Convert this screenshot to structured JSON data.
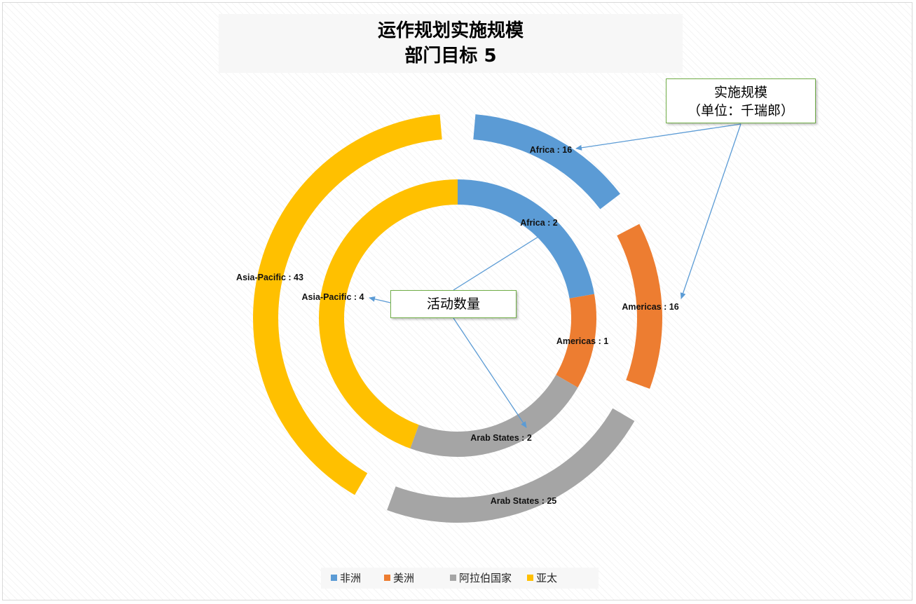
{
  "title": {
    "line1": "运作规划实施规模",
    "line2": "部门目标 5"
  },
  "annotations": {
    "scale_line1": "实施规模",
    "scale_line2": "（单位：千瑞郎）",
    "count_label": "活动数量"
  },
  "colors": {
    "africa": "#5b9bd5",
    "americas": "#ed7d31",
    "arab_states": "#a5a5a5",
    "asia_pacific": "#ffc000",
    "arrow": "#5b9bd5"
  },
  "legend": [
    {
      "label": "非洲",
      "color": "#5b9bd5"
    },
    {
      "label": "美洲",
      "color": "#ed7d31"
    },
    {
      "label": "阿拉伯国家",
      "color": "#a5a5a5"
    },
    {
      "label": "亚太",
      "color": "#ffc000"
    }
  ],
  "chart_data": [
    {
      "type": "pie",
      "ring": "inner",
      "categories": [
        "Africa",
        "Americas",
        "Arab States",
        "Asia-Pacific"
      ],
      "values": [
        2,
        1,
        2,
        4
      ],
      "data_labels": [
        "Africa  : 2",
        "Americas : 1",
        "Arab States : 2",
        "Asia-Pacific : 4"
      ]
    },
    {
      "type": "pie",
      "ring": "outer",
      "categories": [
        "Africa",
        "Americas",
        "Arab States",
        "Asia-Pacific"
      ],
      "values": [
        16,
        16,
        25,
        43
      ],
      "data_labels": [
        "Africa  : 16",
        "Americas : 16",
        "Arab States : 25",
        "Asia-Pacific : 43"
      ]
    }
  ]
}
